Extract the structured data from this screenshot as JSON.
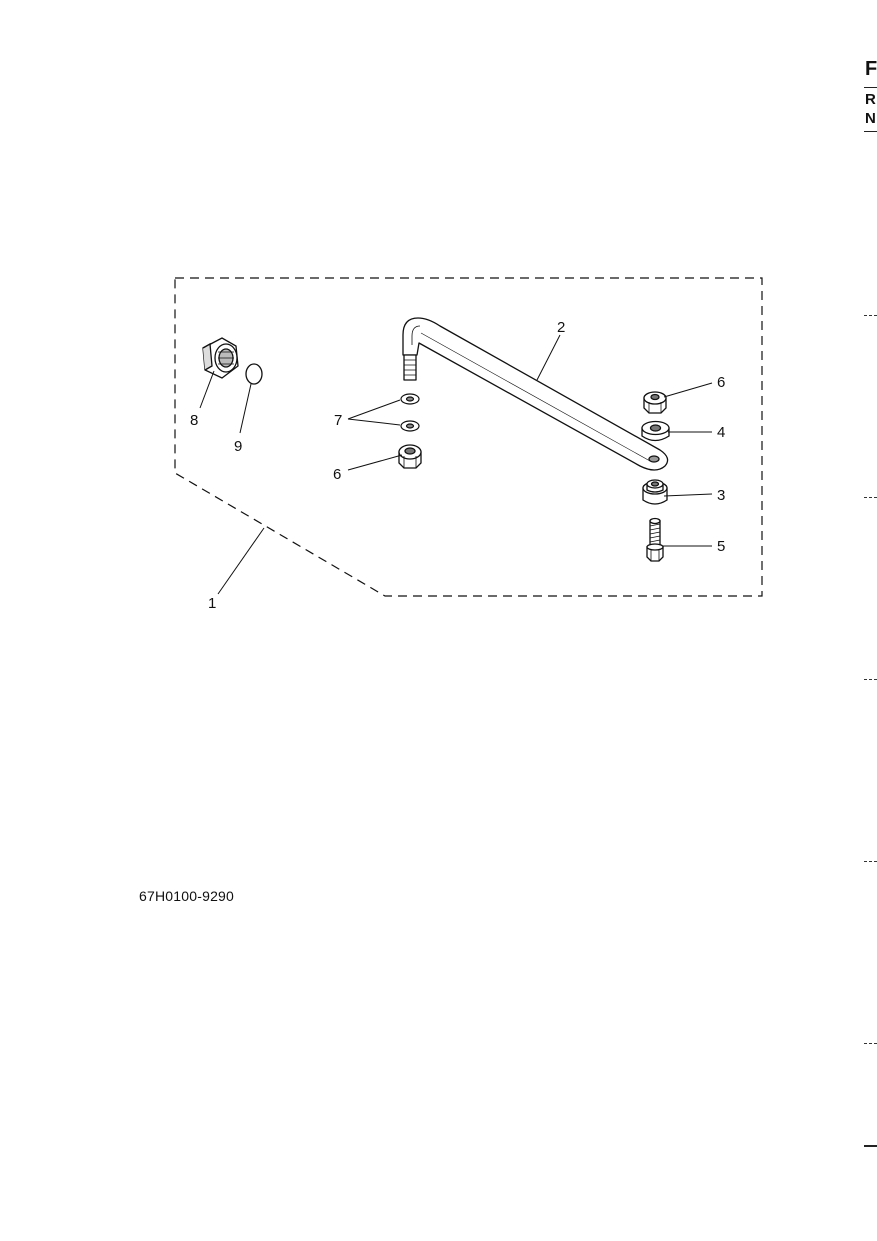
{
  "diagram": {
    "part_number": "67H0100-9290",
    "callouts": {
      "c1": "1",
      "c2": "2",
      "c3": "3",
      "c4": "4",
      "c5": "5",
      "c6a": "6",
      "c6b": "6",
      "c7": "7",
      "c8": "8",
      "c9": "9"
    }
  },
  "edge": {
    "letters": [
      "F",
      "R",
      "N"
    ]
  }
}
